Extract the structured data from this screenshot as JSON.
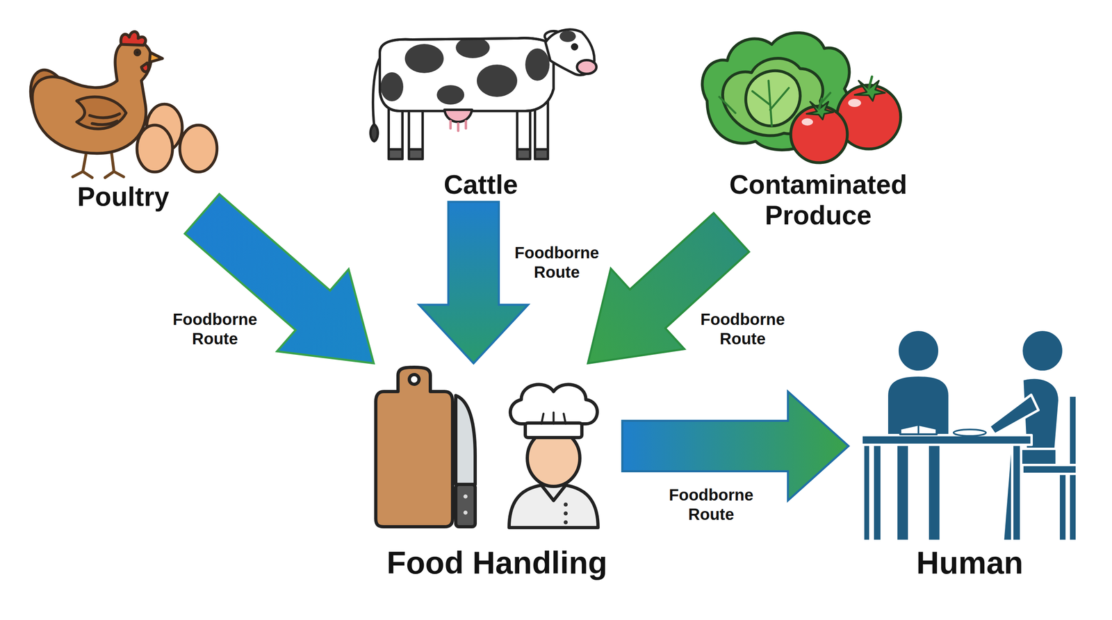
{
  "diagram": {
    "nodes": [
      {
        "text": [
          "Poultry"
        ]
      },
      {
        "text": [
          "Cattle"
        ]
      },
      {
        "text": [
          "Contaminated Produce"
        ]
      },
      {
        "text": [
          "Food Handling"
        ]
      },
      {
        "text": [
          "Human"
        ]
      }
    ],
    "edges": [
      {
        "from": 0,
        "to": 3,
        "label": "Foodborne Route",
        "arrow": "to"
      },
      {
        "from": 1,
        "to": 3,
        "label": "Foodborne Route",
        "arrow": "to"
      },
      {
        "from": 2,
        "to": 3,
        "label": "Foodborne Route",
        "arrow": "to"
      },
      {
        "from": 3,
        "to": 4,
        "label": "Foodborne Route",
        "arrow": "to"
      }
    ]
  }
}
